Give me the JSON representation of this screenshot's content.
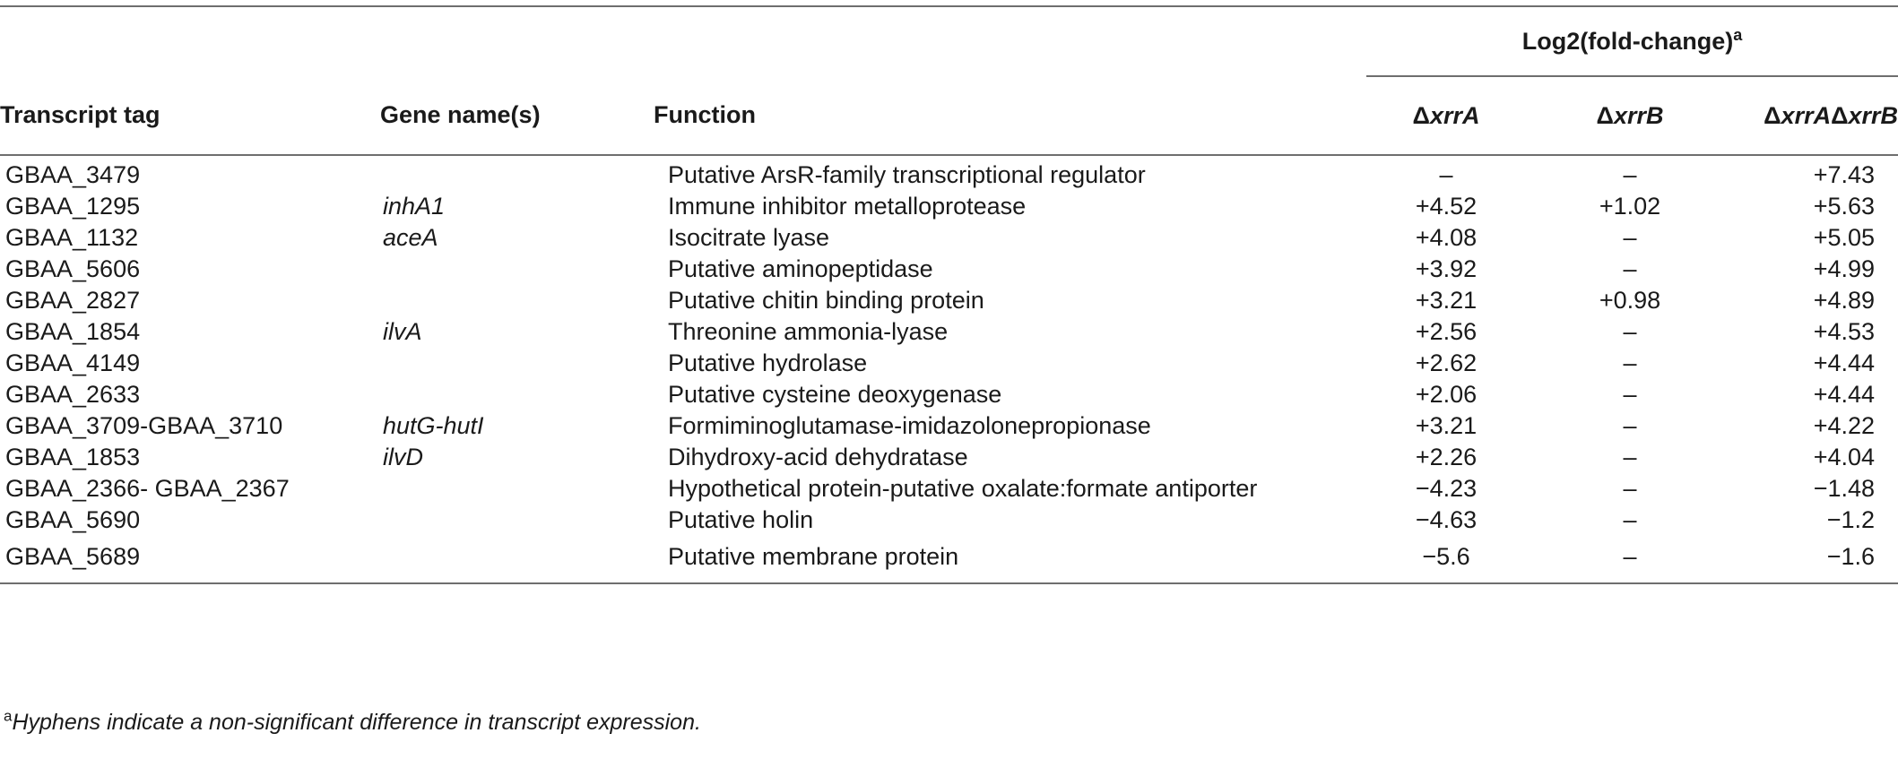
{
  "table": {
    "group_header": "Log2(fold-change)",
    "group_header_sup": "a",
    "columns": {
      "tag": "Transcript tag",
      "gene": "Gene name(s)",
      "function": "Function",
      "delta_a_prefix": "Δ",
      "delta_a_name": "xrrA",
      "delta_b_prefix": "Δ",
      "delta_b_name": "xrrB",
      "delta_ab_prefix1": "Δ",
      "delta_ab_name1": "xrrA",
      "delta_ab_prefix2": "Δ",
      "delta_ab_name2": "xrrB"
    },
    "rows": [
      {
        "tag": "GBAA_3479",
        "gene": "",
        "function": "Putative ArsR-family transcriptional regulator",
        "xrrA": "–",
        "xrrB": "–",
        "xrrAB": "+7.43"
      },
      {
        "tag": "GBAA_1295",
        "gene": "inhA1",
        "function": "Immune inhibitor metalloprotease",
        "xrrA": "+4.52",
        "xrrB": "+1.02",
        "xrrAB": "+5.63"
      },
      {
        "tag": "GBAA_1132",
        "gene": "aceA",
        "function": "Isocitrate lyase",
        "xrrA": "+4.08",
        "xrrB": "–",
        "xrrAB": "+5.05"
      },
      {
        "tag": "GBAA_5606",
        "gene": "",
        "function": "Putative aminopeptidase",
        "xrrA": "+3.92",
        "xrrB": "–",
        "xrrAB": "+4.99"
      },
      {
        "tag": "GBAA_2827",
        "gene": "",
        "function": "Putative chitin binding protein",
        "xrrA": "+3.21",
        "xrrB": "+0.98",
        "xrrAB": "+4.89"
      },
      {
        "tag": "GBAA_1854",
        "gene": "ilvA",
        "function": "Threonine ammonia-lyase",
        "xrrA": "+2.56",
        "xrrB": "–",
        "xrrAB": "+4.53"
      },
      {
        "tag": "GBAA_4149",
        "gene": "",
        "function": "Putative hydrolase",
        "xrrA": "+2.62",
        "xrrB": "–",
        "xrrAB": "+4.44"
      },
      {
        "tag": "GBAA_2633",
        "gene": "",
        "function": "Putative cysteine deoxygenase",
        "xrrA": "+2.06",
        "xrrB": "–",
        "xrrAB": "+4.44"
      },
      {
        "tag": "GBAA_3709-GBAA_3710",
        "gene": "hutG-hutI",
        "function": "Formiminoglutamase-imidazolonepropionase",
        "xrrA": "+3.21",
        "xrrB": "–",
        "xrrAB": "+4.22"
      },
      {
        "tag": "GBAA_1853",
        "gene": "ilvD",
        "function": "Dihydroxy-acid dehydratase",
        "xrrA": "+2.26",
        "xrrB": "–",
        "xrrAB": "+4.04"
      },
      {
        "tag": "GBAA_2366- GBAA_2367",
        "gene": "",
        "function": "Hypothetical protein-putative oxalate:formate antiporter",
        "xrrA": "−4.23",
        "xrrB": "–",
        "xrrAB": "−1.48"
      },
      {
        "tag": "GBAA_5690",
        "gene": "",
        "function": "Putative holin",
        "xrrA": "−4.63",
        "xrrB": "–",
        "xrrAB": "−1.2"
      },
      {
        "tag": "GBAA_5689",
        "gene": "",
        "function": "Putative membrane protein",
        "xrrA": "−5.6",
        "xrrB": "–",
        "xrrAB": "−1.6"
      }
    ]
  },
  "footnote": {
    "mark": "a",
    "text": "Hyphens indicate a non-significant difference in transcript expression."
  }
}
